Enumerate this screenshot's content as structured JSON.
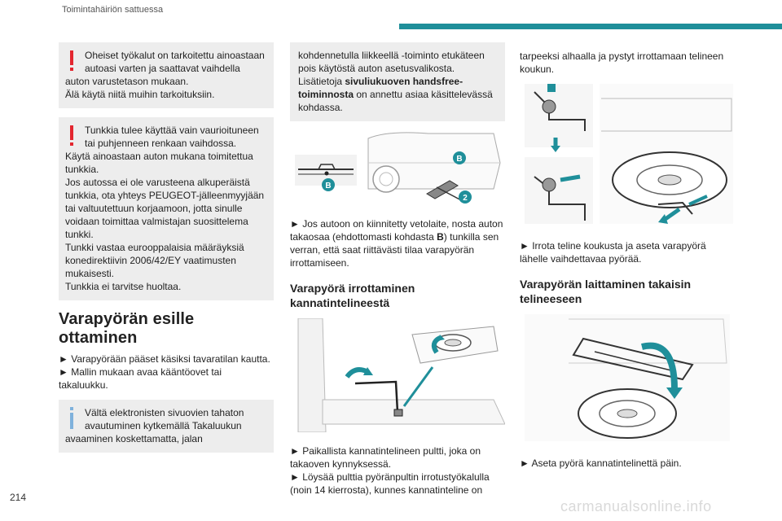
{
  "header": {
    "title": "Toimintahäiriön sattuessa",
    "accent_color": "#1f8f9a"
  },
  "page_number": "214",
  "watermark": "carmanualsonline.info",
  "col1": {
    "warn1": "Oheiset työkalut on tarkoitettu ainoastaan autoasi varten ja saattavat vaihdella auton varustetason mukaan.\nÄlä käytä niitä muihin tarkoituksiin.",
    "warn2": "Tunkkia tulee käyttää vain vaurioituneen tai puhjenneen renkaan vaihdossa.\nKäytä ainoastaan auton mukana toimitettua tunkkia.\nJos autossa ei ole varusteena alkuperäistä tunkkia, ota yhteys PEUGEOT-jälleenmyyjään tai valtuutettuun korjaamoon, jotta sinulle voidaan toimittaa valmistajan suosittelema tunkki.\nTunkki vastaa eurooppalaisia määräyksiä konedirektiivin 2006/42/EY vaatimusten mukaisesti.\nTunkkia ei tarvitse huoltaa.",
    "heading": "Varapyörän esille ottaminen",
    "text": "► Varapyörään pääset käsiksi tavaratilan kautta.\n► Mallin mukaan avaa kääntöovet tai takaluukku.",
    "info": "Vältä elektronisten sivuovien tahaton avautuminen kytkemällä Takaluukun avaaminen koskettamatta, jalan"
  },
  "col2": {
    "box_a": "kohdennetulla liikkeellä -toiminto etukäteen pois käytöstä auton asetusvalikosta.\nLisätietoja ",
    "box_bold": "sivuliukuoven handsfree-toiminnosta",
    "box_b": " on annettu asiaa käsittelevässä kohdassa.",
    "fig_labels": {
      "b": "B",
      "two": "2"
    },
    "text1_a": "► Jos autoon on kiinnitetty vetolaite, nosta auton takaosaa (ehdottomasti kohdasta ",
    "text1_bold": "B",
    "text1_b": ") tunkilla sen verran, että saat riittävästi tilaa varapyörän irrottamiseen.",
    "heading": "Varapyörä irrottaminen\nkannatintelineestä",
    "text2": "► Paikallista kannatintelineen pultti, joka on takaoven kynnyksessä.\n► Löysää pulttia pyöränpultin irrotustyökalulla (noin 14 kierrosta), kunnes kannatinteline on"
  },
  "col3": {
    "text1": "tarpeeksi alhaalla ja pystyt irrottamaan telineen koukun.",
    "text2": "► Irrota teline koukusta ja aseta varapyörä lähelle vaihdettavaa pyörää.",
    "heading": "Varapyörän laittaminen takaisin\ntelineeseen",
    "text3": "► Aseta pyörä kannatintelinettä päin."
  }
}
